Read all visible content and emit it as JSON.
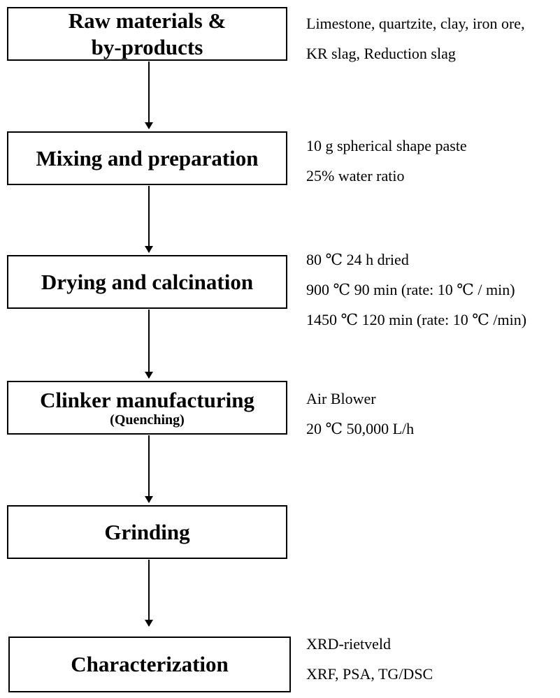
{
  "steps": [
    {
      "title": "Raw materials &\nby-products",
      "subtitle": "",
      "notes": [
        "Limestone, quartzite, clay, iron ore,",
        "KR slag, Reduction slag"
      ]
    },
    {
      "title": "Mixing and preparation",
      "subtitle": "",
      "notes": [
        "10 g spherical shape paste",
        "25% water ratio"
      ]
    },
    {
      "title": "Drying and calcination",
      "subtitle": "",
      "notes": [
        "80 ℃ 24 h dried",
        "900 ℃ 90 min (rate: 10 ℃ / min)",
        "1450 ℃ 120 min (rate: 10 ℃ /min)"
      ]
    },
    {
      "title": "Clinker manufacturing",
      "subtitle": "(Quenching)",
      "notes": [
        "Air Blower",
        "20 ℃ 50,000 L/h"
      ]
    },
    {
      "title": "Grinding",
      "subtitle": "",
      "notes": []
    },
    {
      "title": "Characterization",
      "subtitle": "",
      "notes": [
        "XRD-rietveld",
        "XRF, PSA, TG/DSC"
      ]
    }
  ],
  "colors": {
    "line": "#000000",
    "background": "#ffffff"
  }
}
